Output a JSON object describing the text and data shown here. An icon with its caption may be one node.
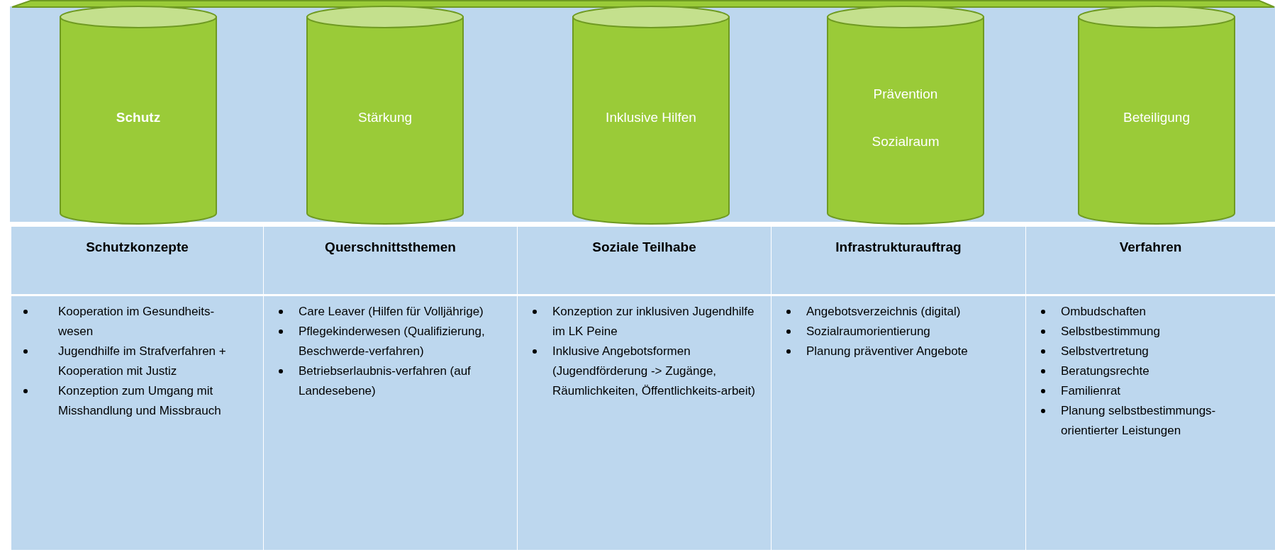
{
  "diagram": {
    "nodes": [
      {
        "text": [
          "Schutz"
        ]
      },
      {
        "text": [
          "Stärkung"
        ]
      },
      {
        "text": [
          "Inklusive Hilfen"
        ]
      },
      {
        "text": [
          "Prävention",
          "Sozialraum"
        ]
      },
      {
        "text": [
          "Beteiligung"
        ]
      },
      {
        "text": [
          "Schutzkonzepte"
        ]
      },
      {
        "text": [
          "Querschnittsthemen"
        ]
      },
      {
        "text": [
          "Soziale Teilhabe"
        ]
      },
      {
        "text": [
          "Infrastrukturauftrag"
        ]
      },
      {
        "text": [
          "Verfahren"
        ]
      },
      {
        "text": [
          "Kooperation im Gesundheits-wesen",
          "Jugendhilfe im Strafverfahren + Kooperation mit Justiz",
          "Konzeption zum Umgang mit Misshandlung und Missbrauch"
        ]
      },
      {
        "text": [
          "Care Leaver (Hilfen für Volljährige)",
          "Pflegekinderwesen (Qualifizierung, Beschwerde-verfahren)",
          "Betriebserlaubnis-verfahren (auf Landesebene)"
        ]
      },
      {
        "text": [
          "Konzeption zur inklusiven Jugendhilfe im LK Peine",
          "Inklusive Angebotsformen (Jugendförderung -> Zugänge, Räumlichkeiten, Öffentlichkeits-arbeit)"
        ]
      },
      {
        "text": [
          "Angebotsverzeichnis (digital)",
          "Sozialraumorientierung",
          "Planung präventiver Angebote"
        ]
      },
      {
        "text": [
          "Ombudschaften",
          "Selbstbestimmung",
          "Selbstvertretung",
          "Beratungsrechte",
          "Familienrat",
          "Planung selbstbestimmungs-orientierter Leistungen"
        ]
      }
    ]
  }
}
